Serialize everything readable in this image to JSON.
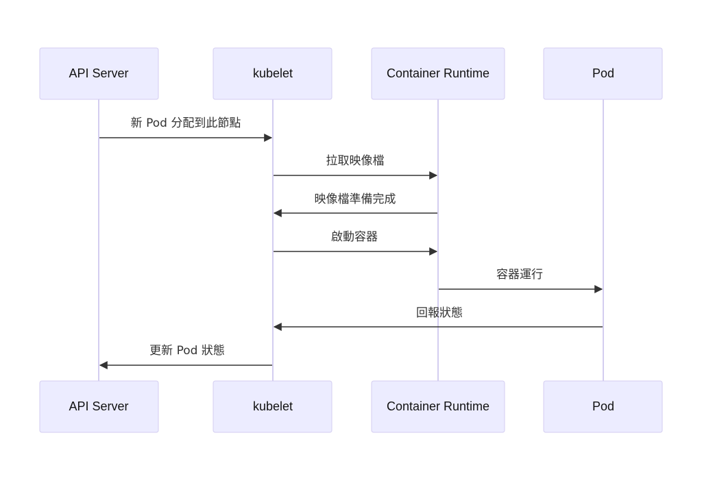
{
  "actors": [
    {
      "id": "api",
      "label": "API Server"
    },
    {
      "id": "kubelet",
      "label": "kubelet"
    },
    {
      "id": "runtime",
      "label": "Container Runtime"
    },
    {
      "id": "pod",
      "label": "Pod"
    }
  ],
  "messages": [
    {
      "from": "api",
      "to": "kubelet",
      "label": "新 Pod 分配到此節點"
    },
    {
      "from": "kubelet",
      "to": "runtime",
      "label": "拉取映像檔"
    },
    {
      "from": "runtime",
      "to": "kubelet",
      "label": "映像檔準備完成"
    },
    {
      "from": "kubelet",
      "to": "runtime",
      "label": "啟動容器"
    },
    {
      "from": "runtime",
      "to": "pod",
      "label": "容器運行"
    },
    {
      "from": "pod",
      "to": "kubelet",
      "label": "回報狀態"
    },
    {
      "from": "kubelet",
      "to": "api",
      "label": "更新 Pod 狀態"
    }
  ],
  "colors": {
    "actor_fill": "#ececff",
    "actor_border": "#d3cdf0",
    "lifeline": "#d3cdf0",
    "message": "#333333"
  }
}
